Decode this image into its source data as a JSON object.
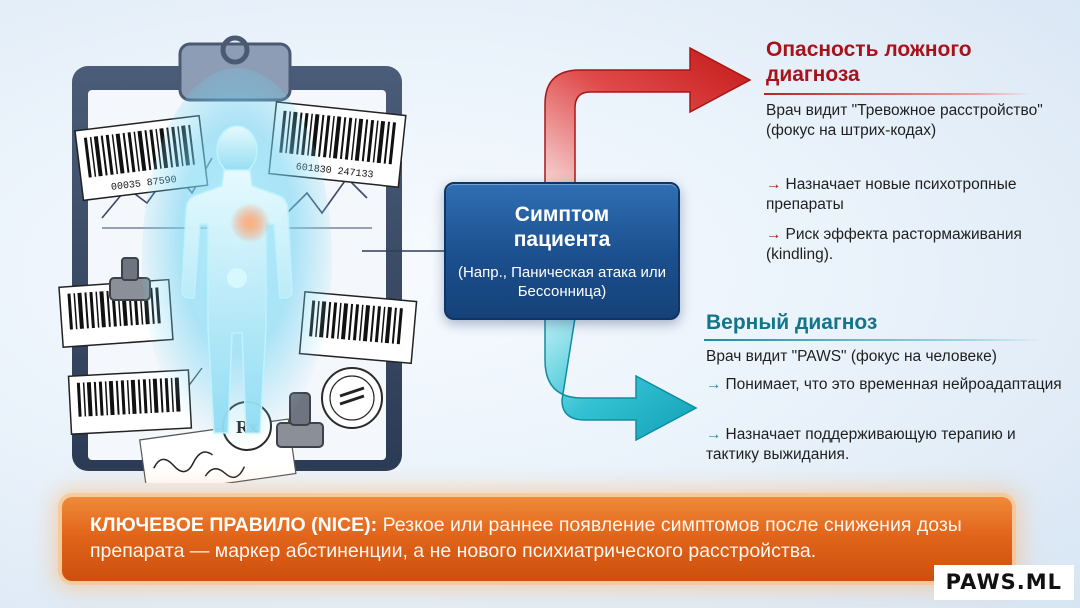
{
  "center": {
    "title": "Симптом пациента",
    "subtitle": "(Напр., Паническая атака или Бессонница)"
  },
  "wrong_path": {
    "heading": "Опасность ложного диагноза",
    "text_1": "Врач видит \"Тревожное расстройство\" (фокус на штрих-кодах)",
    "text_2": "Назначает новые психотропные препараты",
    "text_3": "Риск эффекта растормаживания (kindling).",
    "arrow_glyph": "→",
    "color": "#a8121b"
  },
  "right_path": {
    "heading": "Верный диагноз",
    "text_1": "Врач видит \"PAWS\" (фокус на человеке)",
    "text_2": "Понимает, что это временная нейроадаптация",
    "text_3": "Назначает поддерживающую терапию и тактику выжидания.",
    "arrow_glyph": "→",
    "color": "#13758a"
  },
  "key_rule": {
    "label": "КЛЮЧЕВОЕ ПРАВИЛО (NICE):",
    "text": " Резкое или раннее появление симптомов после снижения дозы препарата — маркер абстиненции, а не нового психиатрического расстройства."
  },
  "illustration": {
    "barcode_numbers": [
      "00035 87590",
      "601830 247133"
    ],
    "rx_symbol": "Rx"
  },
  "watermark": "PAWS.ML"
}
